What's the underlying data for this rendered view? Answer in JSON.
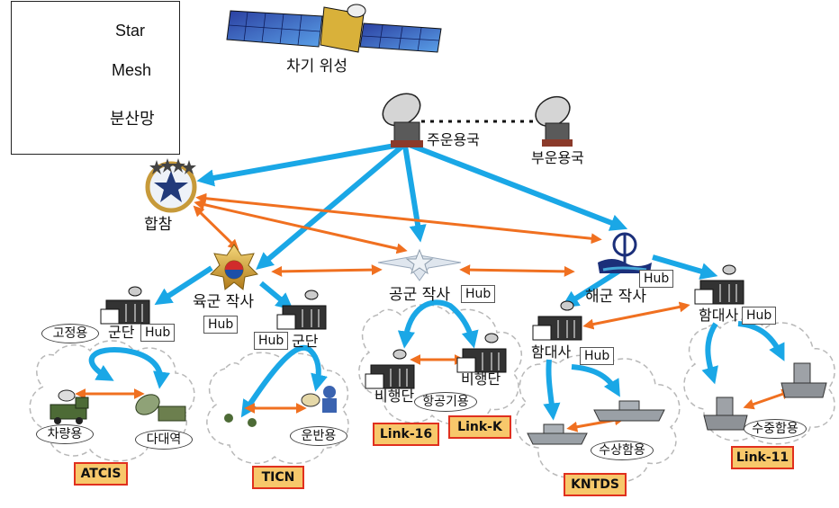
{
  "legend": {
    "star": "Star",
    "mesh": "Mesh",
    "distributed": "분산망"
  },
  "colors": {
    "star_arrow": "#1aa7e6",
    "mesh_arrow": "#f07020",
    "tag_fill": "#f7c86b",
    "tag_border": "#e0301e",
    "cloud_stroke": "#b8b8b8"
  },
  "satellite": {
    "label": "차기 위성"
  },
  "stations": {
    "main": "주운용국",
    "sub": "부운용국"
  },
  "jcs": {
    "label": "합참"
  },
  "army": {
    "label": "육군 작사",
    "hub": "Hub",
    "corps_left": {
      "label": "군단",
      "hub": "Hub",
      "oval": "고정용"
    },
    "corps_right": {
      "label": "군단",
      "hub": "Hub"
    },
    "terminals": {
      "vehicle": "차량용",
      "multiband": "다대역",
      "portable": "운반용"
    },
    "systems": {
      "atcis": "ATCIS",
      "ticn": "TICN"
    }
  },
  "airforce": {
    "label": "공군 작사",
    "hub": "Hub",
    "wing_left": "비행단",
    "wing_right": "비행단",
    "aircraft": "항공기용",
    "systems": {
      "link16": "Link-16",
      "linkk": "Link-K"
    }
  },
  "navy": {
    "label": "해군 작사",
    "hub": "Hub",
    "fleet_left": {
      "label": "함대사",
      "hub": "Hub"
    },
    "fleet_right": {
      "label": "함대사",
      "hub": "Hub"
    },
    "ships": {
      "surface": "수상함용",
      "underwater": "수중함용"
    },
    "systems": {
      "kntds": "KNTDS",
      "link11": "Link-11"
    }
  }
}
